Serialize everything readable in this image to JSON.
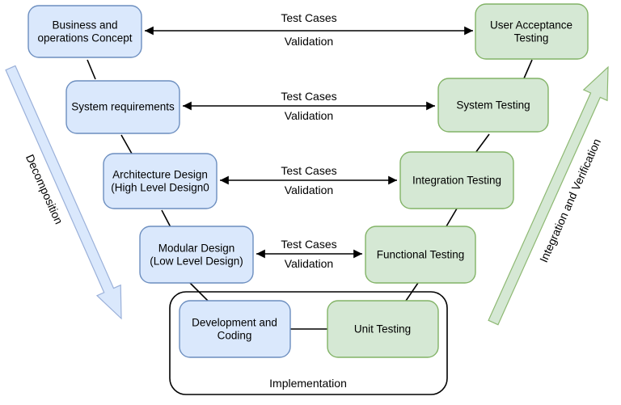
{
  "diagram_type": "v-model-sdlc",
  "colors": {
    "blue_fill": "#dae8fc",
    "blue_stroke": "#6c8ebf",
    "green_fill": "#d5e8d4",
    "green_stroke": "#82b366",
    "arrow_blue_fill": "#dae8fc",
    "arrow_blue_stroke": "#9ab0d9",
    "arrow_green_fill": "#d5e8d4",
    "arrow_green_stroke": "#8db872",
    "line": "#000000"
  },
  "nodes": {
    "business": {
      "line1": "Business and",
      "line2": "operations Concept"
    },
    "system_req": {
      "line1": "System requirements"
    },
    "architecture": {
      "line1": "Architecture Design",
      "line2": "(High Level Design0"
    },
    "modular": {
      "line1": "Modular Design",
      "line2": "(Low Level Design)"
    },
    "development": {
      "line1": "Development and",
      "line2": "Coding"
    },
    "uat": {
      "line1": "User Acceptance",
      "line2": "Testing"
    },
    "system_testing": {
      "line1": "System Testing"
    },
    "integration_testing": {
      "line1": "Integration Testing"
    },
    "functional_testing": {
      "line1": "Functional Testing"
    },
    "unit_testing": {
      "line1": "Unit Testing"
    }
  },
  "edge_labels": {
    "test_cases": "Test Cases",
    "validation": "Validation"
  },
  "annotations": {
    "decomposition": "Decomposition",
    "integration_verification": "Integration and Verification",
    "implementation": "Implementation"
  }
}
